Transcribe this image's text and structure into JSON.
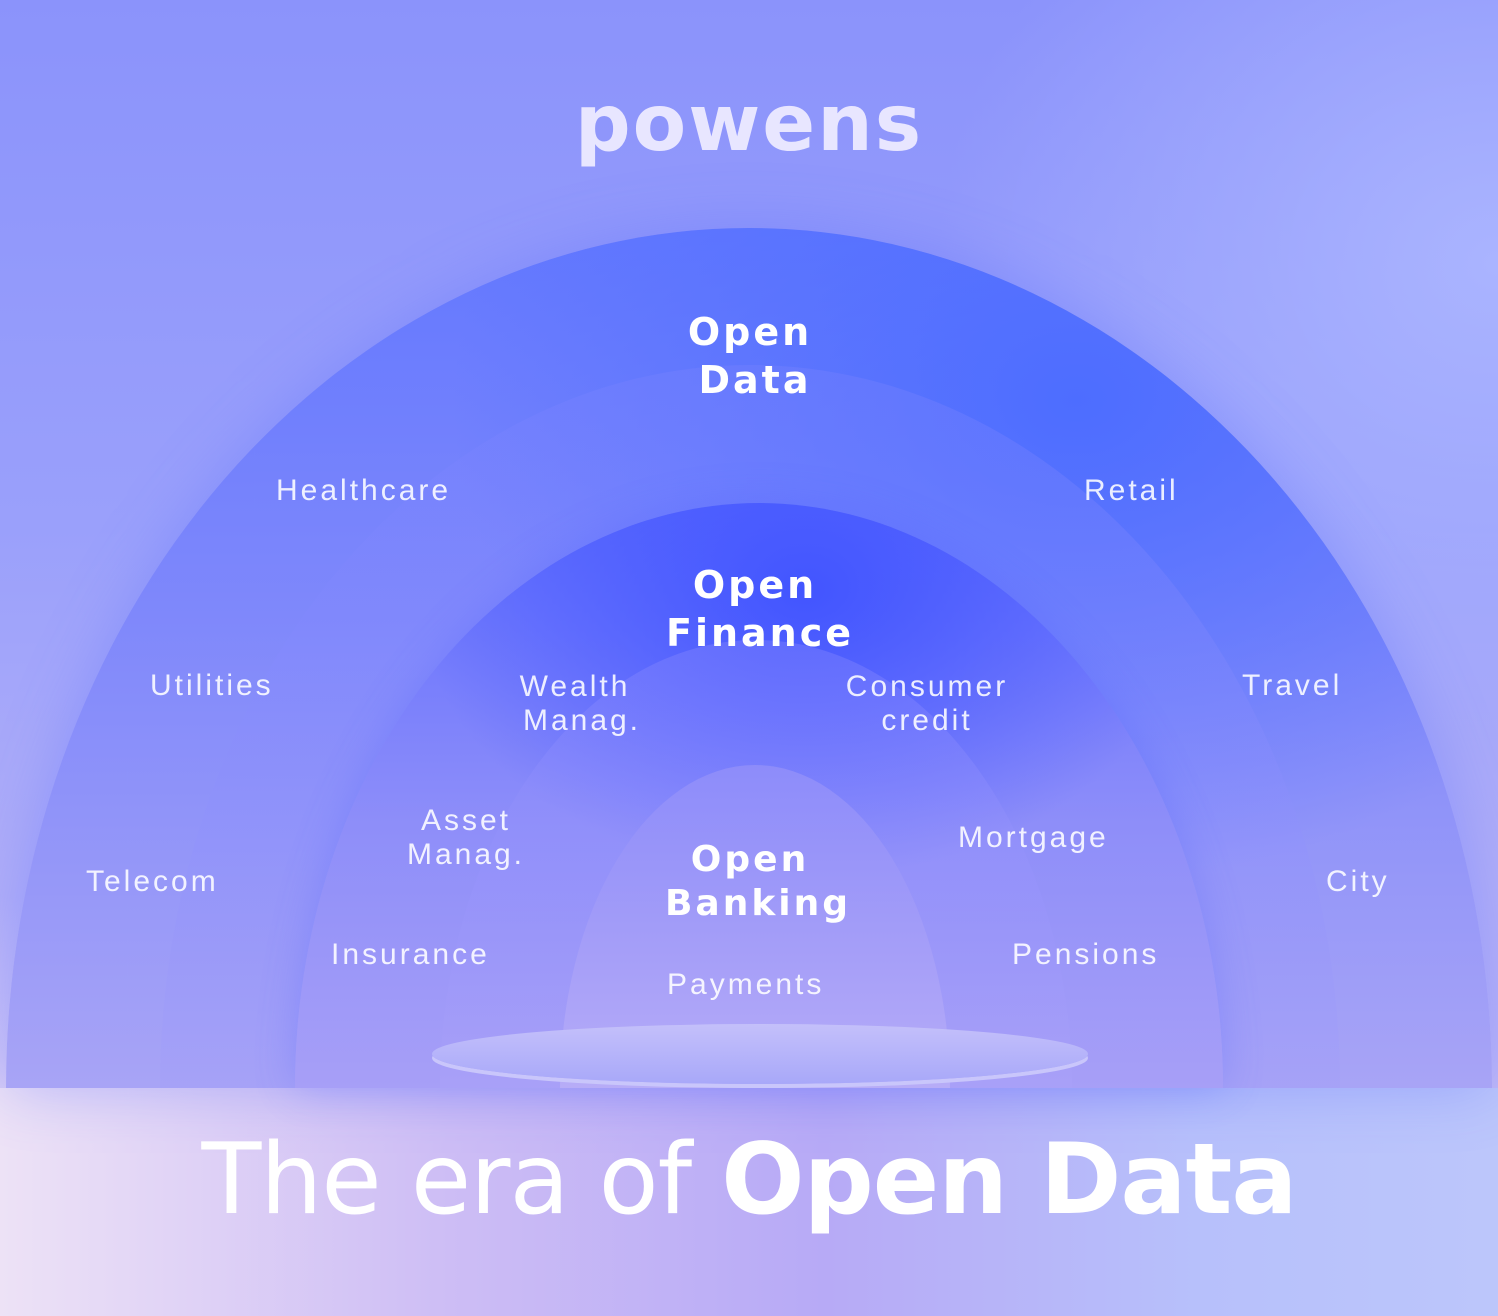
{
  "brand": {
    "logo_text": "powens",
    "color": "#e8e6ff"
  },
  "rings": {
    "open_data": {
      "line1": "Open",
      "line2": "Data"
    },
    "open_finance": {
      "line1": "Open",
      "line2": "Finance"
    },
    "open_banking": {
      "line1": "Open",
      "line2": "Banking"
    }
  },
  "sectors": {
    "healthcare": "Healthcare",
    "retail": "Retail",
    "utilities": "Utilities",
    "travel": "Travel",
    "telecom": "Telecom",
    "city": "City",
    "wealth": {
      "line1": "Wealth",
      "line2": "Manag."
    },
    "consumer_credit": {
      "line1": "Consumer",
      "line2": "credit"
    },
    "asset": {
      "line1": "Asset",
      "line2": "Manag."
    },
    "mortgage": "Mortgage",
    "insurance": "Insurance",
    "pensions": "Pensions",
    "payments": "Payments"
  },
  "tagline": {
    "light": "The era of ",
    "bold": "Open Data"
  },
  "colors": {
    "outer_arc": "#6378ff",
    "inner_arc": "#4255ff",
    "floor": "#cdbdf5"
  }
}
